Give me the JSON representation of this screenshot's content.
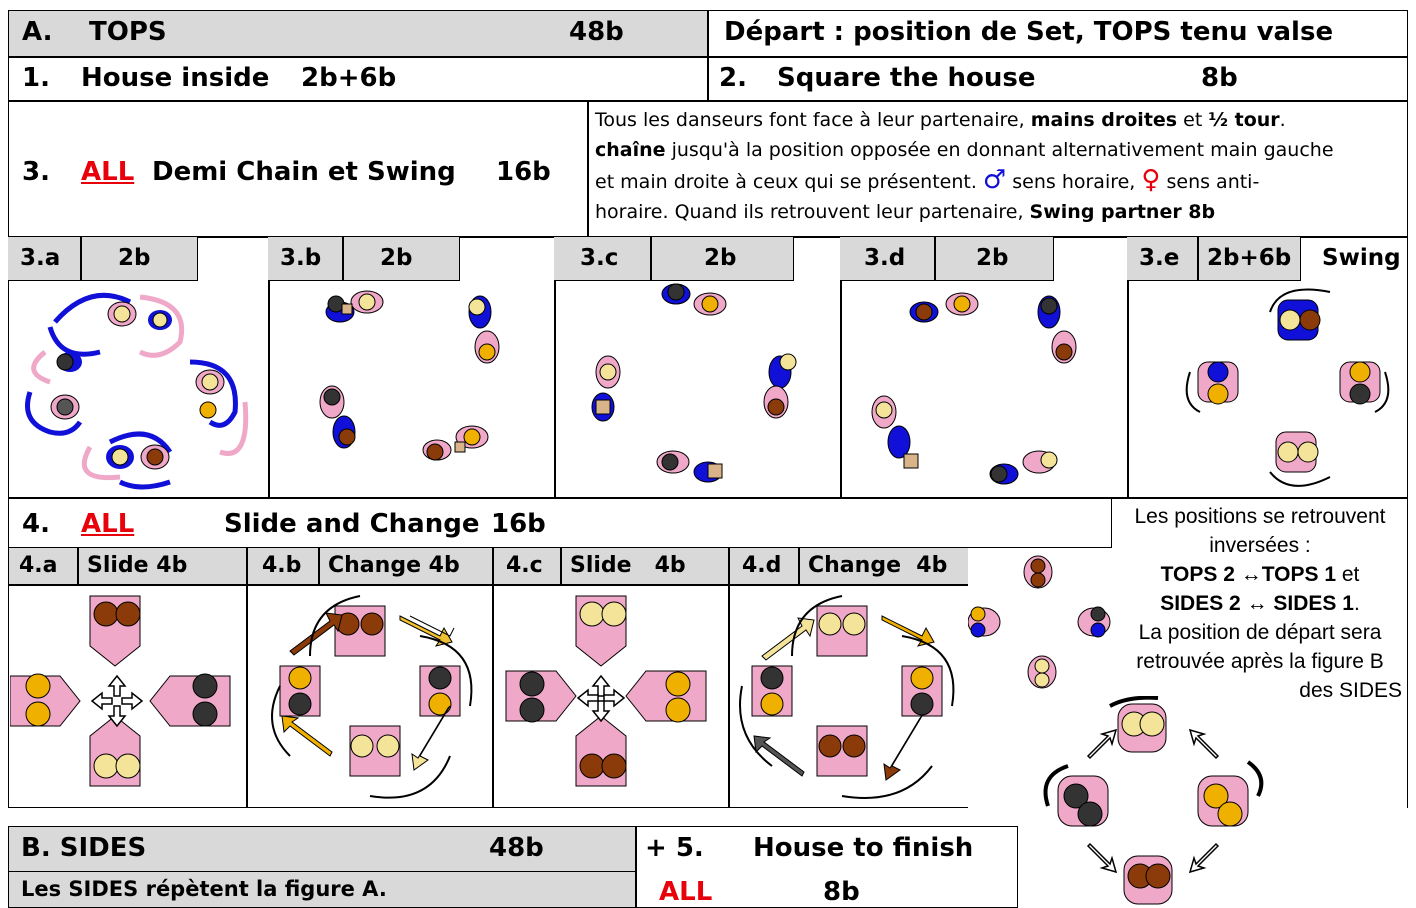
{
  "sectionA": {
    "title_letter": "A.",
    "title": "TOPS",
    "beats": "48b",
    "depart": "Départ : position de Set, TOPS tenu valse"
  },
  "row1": {
    "n1": "1.",
    "label1": "House inside",
    "beats1": "2b+6b",
    "n2": "2.",
    "label2": "Square the house",
    "beats2": "8b"
  },
  "row3": {
    "n": "3.",
    "all": "ALL",
    "label": "Demi Chain et Swing",
    "beats": "16b",
    "desc": {
      "l1a": "Tous les danseurs font face à leur partenaire, ",
      "l1b": "mains droites",
      "l1c": " et ",
      "l1d": "½ tour",
      "l1e": ".",
      "l2a": "chaîne",
      "l2b": " jusqu'à la position opposée en donnant alternativement main gauche",
      "l3a": "et main droite à ceux qui se présentent. ",
      "male": "♂",
      "l3b": " sens horaire, ",
      "female": "♀",
      "l3c": " sens anti-",
      "l4a": "horaire. Quand ils retrouvent leur partenaire, ",
      "l4b": "Swing partner 8b"
    }
  },
  "steps3": [
    {
      "id": "3.a",
      "beats": "2b",
      "extra": ""
    },
    {
      "id": "3.b",
      "beats": "2b",
      "extra": ""
    },
    {
      "id": "3.c",
      "beats": "2b",
      "extra": ""
    },
    {
      "id": "3.d",
      "beats": "2b",
      "extra": ""
    },
    {
      "id": "3.e",
      "beats": "2b+6b",
      "extra": "Swing"
    }
  ],
  "row4": {
    "n": "4.",
    "all": "ALL",
    "label": "Slide and Change",
    "beats": "16b",
    "note": {
      "l1": "Les positions se retrouvent",
      "l2": "inversées :",
      "l3a": "TOPS 2",
      "arrow1": " ↔",
      "l3b": "TOPS 1",
      "l3c": " et",
      "l4a": "SIDES 2",
      "arrow2": " ↔ ",
      "l4b": "SIDES 1",
      "l4c": ".",
      "l5": "La position de départ sera",
      "l6": "retrouvée après la figure B",
      "l7": "des SIDES"
    }
  },
  "steps4": [
    {
      "id": "4.a",
      "label": "Slide 4b"
    },
    {
      "id": "4.b",
      "label": "Change 4b"
    },
    {
      "id": "4.c",
      "label": "Slide   4b"
    },
    {
      "id": "4.d",
      "label": "Change  4b"
    }
  ],
  "sectionB": {
    "title": "B. SIDES",
    "beats": "48b",
    "line2": "Les SIDES  répètent la figure A.",
    "plus": "+ 5.",
    "finish": "House to finish",
    "all": "ALL",
    "beats2": "8b"
  },
  "colors": {
    "red": "#e8000b",
    "blue": "#1010d8",
    "pink": "#f0a8c8",
    "header": "#d9d9d9"
  }
}
